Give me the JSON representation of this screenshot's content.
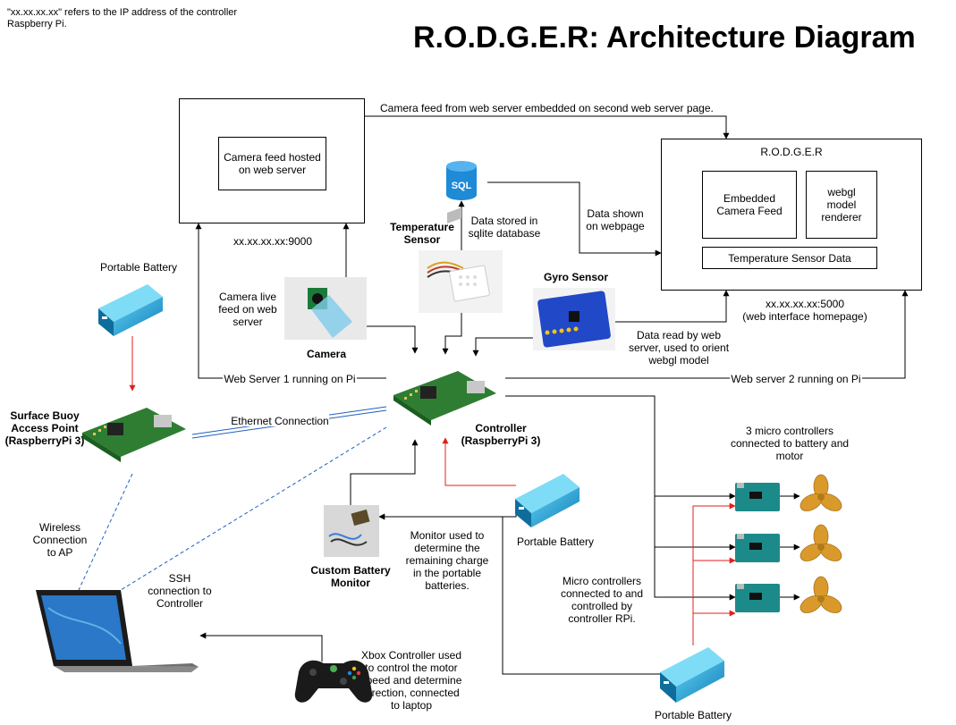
{
  "title": "R.O.D.G.E.R: Architecture Diagram",
  "note": "\"xx.xx.xx.xx\" refers to the IP address of the controller Raspberry Pi.",
  "webserver_box": {
    "inner_label": "Camera feed hosted on web server",
    "address": "xx.xx.xx.xx:9000"
  },
  "camera_feed_edge_label": "Camera feed from web server embedded on second web server page.",
  "rodger_box": {
    "title": "R.O.D.G.E.R",
    "embedded_camera": "Embedded Camera Feed",
    "webgl": "webgl model renderer",
    "temp_data": "Temperature Sensor Data",
    "address_line1": "xx.xx.xx.xx:5000",
    "address_line2": "(web interface homepage)"
  },
  "sql_icon_text": "SQL",
  "data_stored_label": "Data stored in sqlite database",
  "data_shown_label": "Data shown on webpage",
  "temperature_sensor_label": "Temperature Sensor",
  "gyro_sensor_label": "Gyro Sensor",
  "gyro_edge_label": "Data read by web server, used to orient webgl model",
  "camera_label": "Camera",
  "camera_live_label": "Camera live feed on web server",
  "web_server_1_label": "Web Server 1 running on Pi",
  "web_server_2_label": "Web server 2 running on Pi",
  "portable_battery_label": "Portable Battery",
  "surface_buoy_label": "Surface Buoy Access Point (RaspberryPi 3)",
  "ethernet_label": "Ethernet Connection",
  "controller_label": "Controller (RaspberryPi 3)",
  "micro_controllers_label": "3 micro controllers connected to battery and motor",
  "wireless_label": "Wireless Connection to AP",
  "ssh_label": "SSH connection to Controller",
  "custom_battery_monitor_label": "Custom Battery Monitor",
  "monitor_used_label": "Monitor used to determine the remaining charge in the portable batteries.",
  "micro_connected_label": "Micro controllers connected to and controlled by controller RPi.",
  "xbox_label": "Xbox Controller used to control the motor speed and determine direction, connected to laptop",
  "colors": {
    "battery_blue": "#1aa3d9",
    "power_red": "#e0201b",
    "link_blue": "#1f5fbf",
    "pcb_green": "#2e7d32",
    "arduino_teal": "#1d8a8a",
    "propeller_gold": "#d99a2b"
  }
}
